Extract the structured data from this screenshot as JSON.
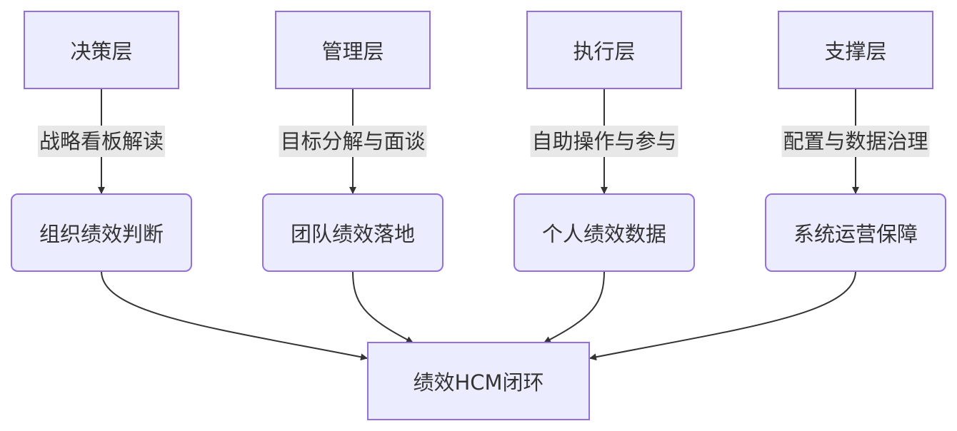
{
  "layers": [
    {
      "label": "决策层",
      "edge_label": "战略看板解读",
      "outcome": "组织绩效判断"
    },
    {
      "label": "管理层",
      "edge_label": "目标分解与面谈",
      "outcome": "团队绩效落地"
    },
    {
      "label": "执行层",
      "edge_label": "自助操作与参与",
      "outcome": "个人绩效数据"
    },
    {
      "label": "支撑层",
      "edge_label": "配置与数据治理",
      "outcome": "系统运营保障"
    }
  ],
  "target": {
    "label": "绩效HCM闭环"
  },
  "colors": {
    "node_fill": "#ececff",
    "node_border": "#9370db",
    "edge": "#333333",
    "edge_label_bg": "#e8e8e8"
  }
}
